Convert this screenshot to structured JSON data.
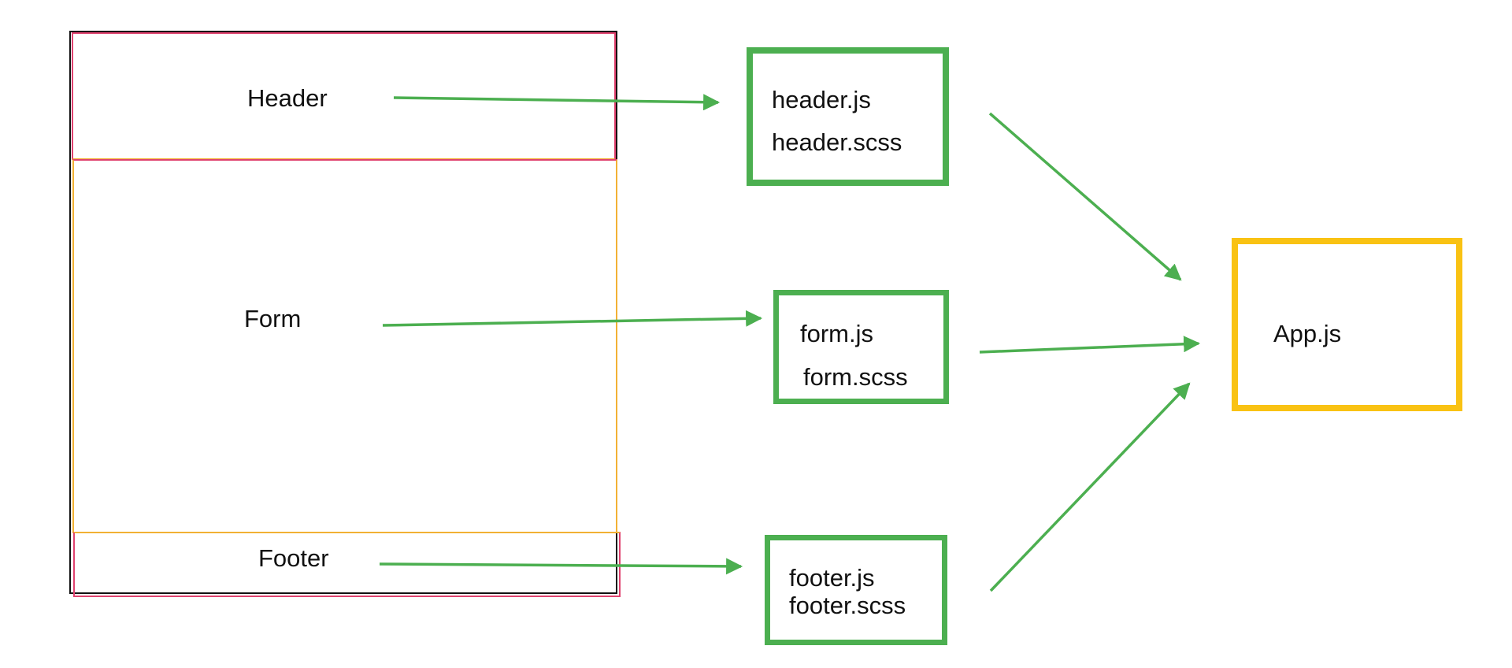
{
  "colors": {
    "outline": "#111111",
    "section_pink": "#e0426f",
    "section_orange": "#f2b134",
    "file_box": "#4caf50",
    "app_box": "#f9c213",
    "arrow": "#4caf50"
  },
  "layout_sections": [
    {
      "id": "header",
      "label": "Header"
    },
    {
      "id": "form",
      "label": "Form"
    },
    {
      "id": "footer",
      "label": "Footer"
    }
  ],
  "file_boxes": [
    {
      "id": "header",
      "files": [
        "header.js",
        "header.scss"
      ]
    },
    {
      "id": "form",
      "files": [
        "form.js",
        "form.scss"
      ]
    },
    {
      "id": "footer",
      "files": [
        "footer.js",
        "footer.scss"
      ]
    }
  ],
  "app_box": {
    "label": "App.js"
  },
  "arrows": [
    {
      "from": "header-section",
      "to": "header-files"
    },
    {
      "from": "form-section",
      "to": "form-files"
    },
    {
      "from": "footer-section",
      "to": "footer-files"
    },
    {
      "from": "header-files",
      "to": "app"
    },
    {
      "from": "form-files",
      "to": "app"
    },
    {
      "from": "footer-files",
      "to": "app"
    }
  ]
}
